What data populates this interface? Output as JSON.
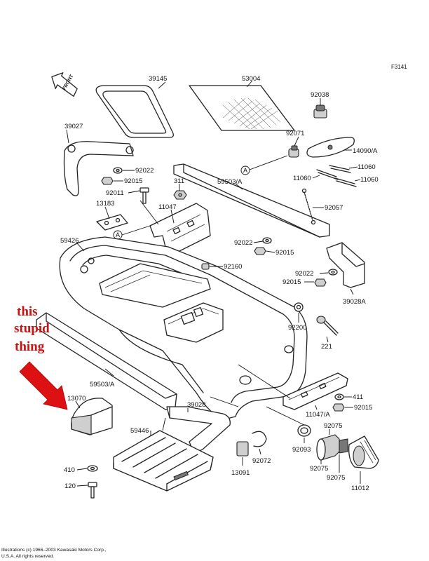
{
  "figure_code": "F3141",
  "front_label": "FRONT",
  "annotation": {
    "lines": [
      "this",
      "stupid",
      "thing"
    ],
    "color": "#cc1111"
  },
  "part_numbers": {
    "p39145": "39145",
    "p53004": "53004",
    "p92038": "92038",
    "p39027": "39027",
    "p92071": "92071",
    "p14090A": "14090/A",
    "p92022_top": "92022",
    "p92015_top": "92015",
    "p11060_a": "11060",
    "p11060_b": "11060",
    "p11060_c": "11060",
    "p311": "311",
    "p59503A_top": "59503/A",
    "p92011": "92011",
    "p11047": "11047",
    "p13183": "13183",
    "p92057": "92057",
    "p59426": "59426",
    "p92022_mid": "92022",
    "p92015_mid": "92015",
    "p92160": "92160",
    "p92022_right": "92022",
    "p92015_right": "92015",
    "p39028A": "39028A",
    "p92200": "92200",
    "p221": "221",
    "p59503A_bottom": "59503/A",
    "p13070": "13070",
    "p39028": "39028",
    "p59446": "59446",
    "p411": "411",
    "p92015_bottom": "92015",
    "p11047A": "11047/A",
    "p92075_a": "92075",
    "p92075_b": "92075",
    "p92075_c": "92075",
    "p92072": "92072",
    "p92093": "92093",
    "p13091": "13091",
    "p410": "410",
    "p120": "120",
    "p11012": "11012"
  },
  "ref_markers": {
    "a1": "A",
    "a2": "A"
  },
  "copyright": {
    "line1": "Illustrations (c) 1966–2003 Kawasaki Motors Corp.,",
    "line2": "U.S.A.  All rights reserved."
  },
  "colors": {
    "arrow": "#dd1111",
    "annotation_text": "#cc1111"
  }
}
